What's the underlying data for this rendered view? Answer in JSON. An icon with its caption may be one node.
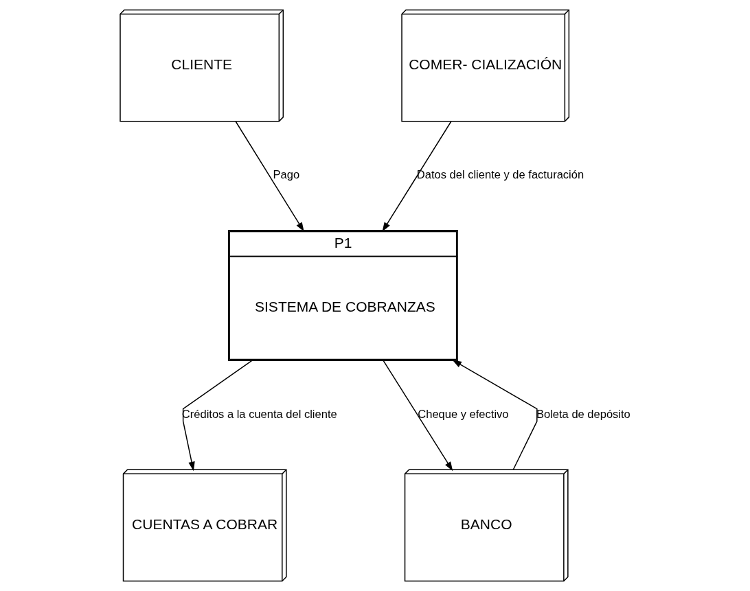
{
  "diagram": {
    "nodes": [
      {
        "text": [
          "CLIENTE"
        ]
      },
      {
        "text": [
          "COMER- CIALIZACIÓN"
        ]
      },
      {
        "text": [
          "P1",
          "SISTEMA DE COBRANZAS"
        ]
      },
      {
        "text": [
          "CUENTAS A COBRAR"
        ]
      },
      {
        "text": [
          "BANCO"
        ]
      }
    ],
    "edges": [
      {
        "from": 0,
        "to": 2,
        "arrow": "to",
        "label": "Pago"
      },
      {
        "from": 1,
        "to": 2,
        "arrow": "to",
        "label": "Datos del cliente y de facturación"
      },
      {
        "from": 2,
        "to": 3,
        "arrow": "to",
        "label": "Créditos a la cuenta del cliente"
      },
      {
        "from": 2,
        "to": 4,
        "arrow": "to",
        "label": "Cheque y efectivo"
      },
      {
        "from": 4,
        "to": 2,
        "arrow": "to",
        "label": "Boleta de depósito"
      }
    ]
  }
}
